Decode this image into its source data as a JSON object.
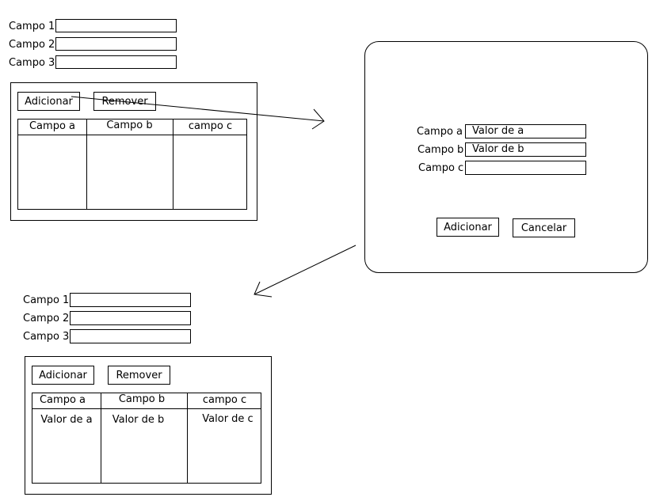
{
  "top_form": {
    "fields": [
      {
        "label": "Campo 1",
        "value": ""
      },
      {
        "label": "Campo 2",
        "value": ""
      },
      {
        "label": "Campo 3",
        "value": ""
      }
    ],
    "add_button": "Adicionar",
    "remove_button": "Remover",
    "table": {
      "columns": [
        "Campo a",
        "Campo b",
        "campo c"
      ],
      "rows": []
    }
  },
  "dialog": {
    "fields": [
      {
        "label": "Campo a",
        "value": "Valor de a"
      },
      {
        "label": "Campo b",
        "value": "Valor de b"
      },
      {
        "label": "Campo c",
        "value": ""
      }
    ],
    "add_button": "Adicionar",
    "cancel_button": "Cancelar"
  },
  "bottom_form": {
    "fields": [
      {
        "label": "Campo 1",
        "value": ""
      },
      {
        "label": "Campo 2",
        "value": ""
      },
      {
        "label": "Campo 3",
        "value": ""
      }
    ],
    "add_button": "Adicionar",
    "remove_button": "Remover",
    "table": {
      "columns": [
        "Campo a",
        "Campo b",
        "campo c"
      ],
      "rows": [
        [
          "Valor de a",
          "Valor de b",
          "Valor de c"
        ]
      ]
    }
  }
}
